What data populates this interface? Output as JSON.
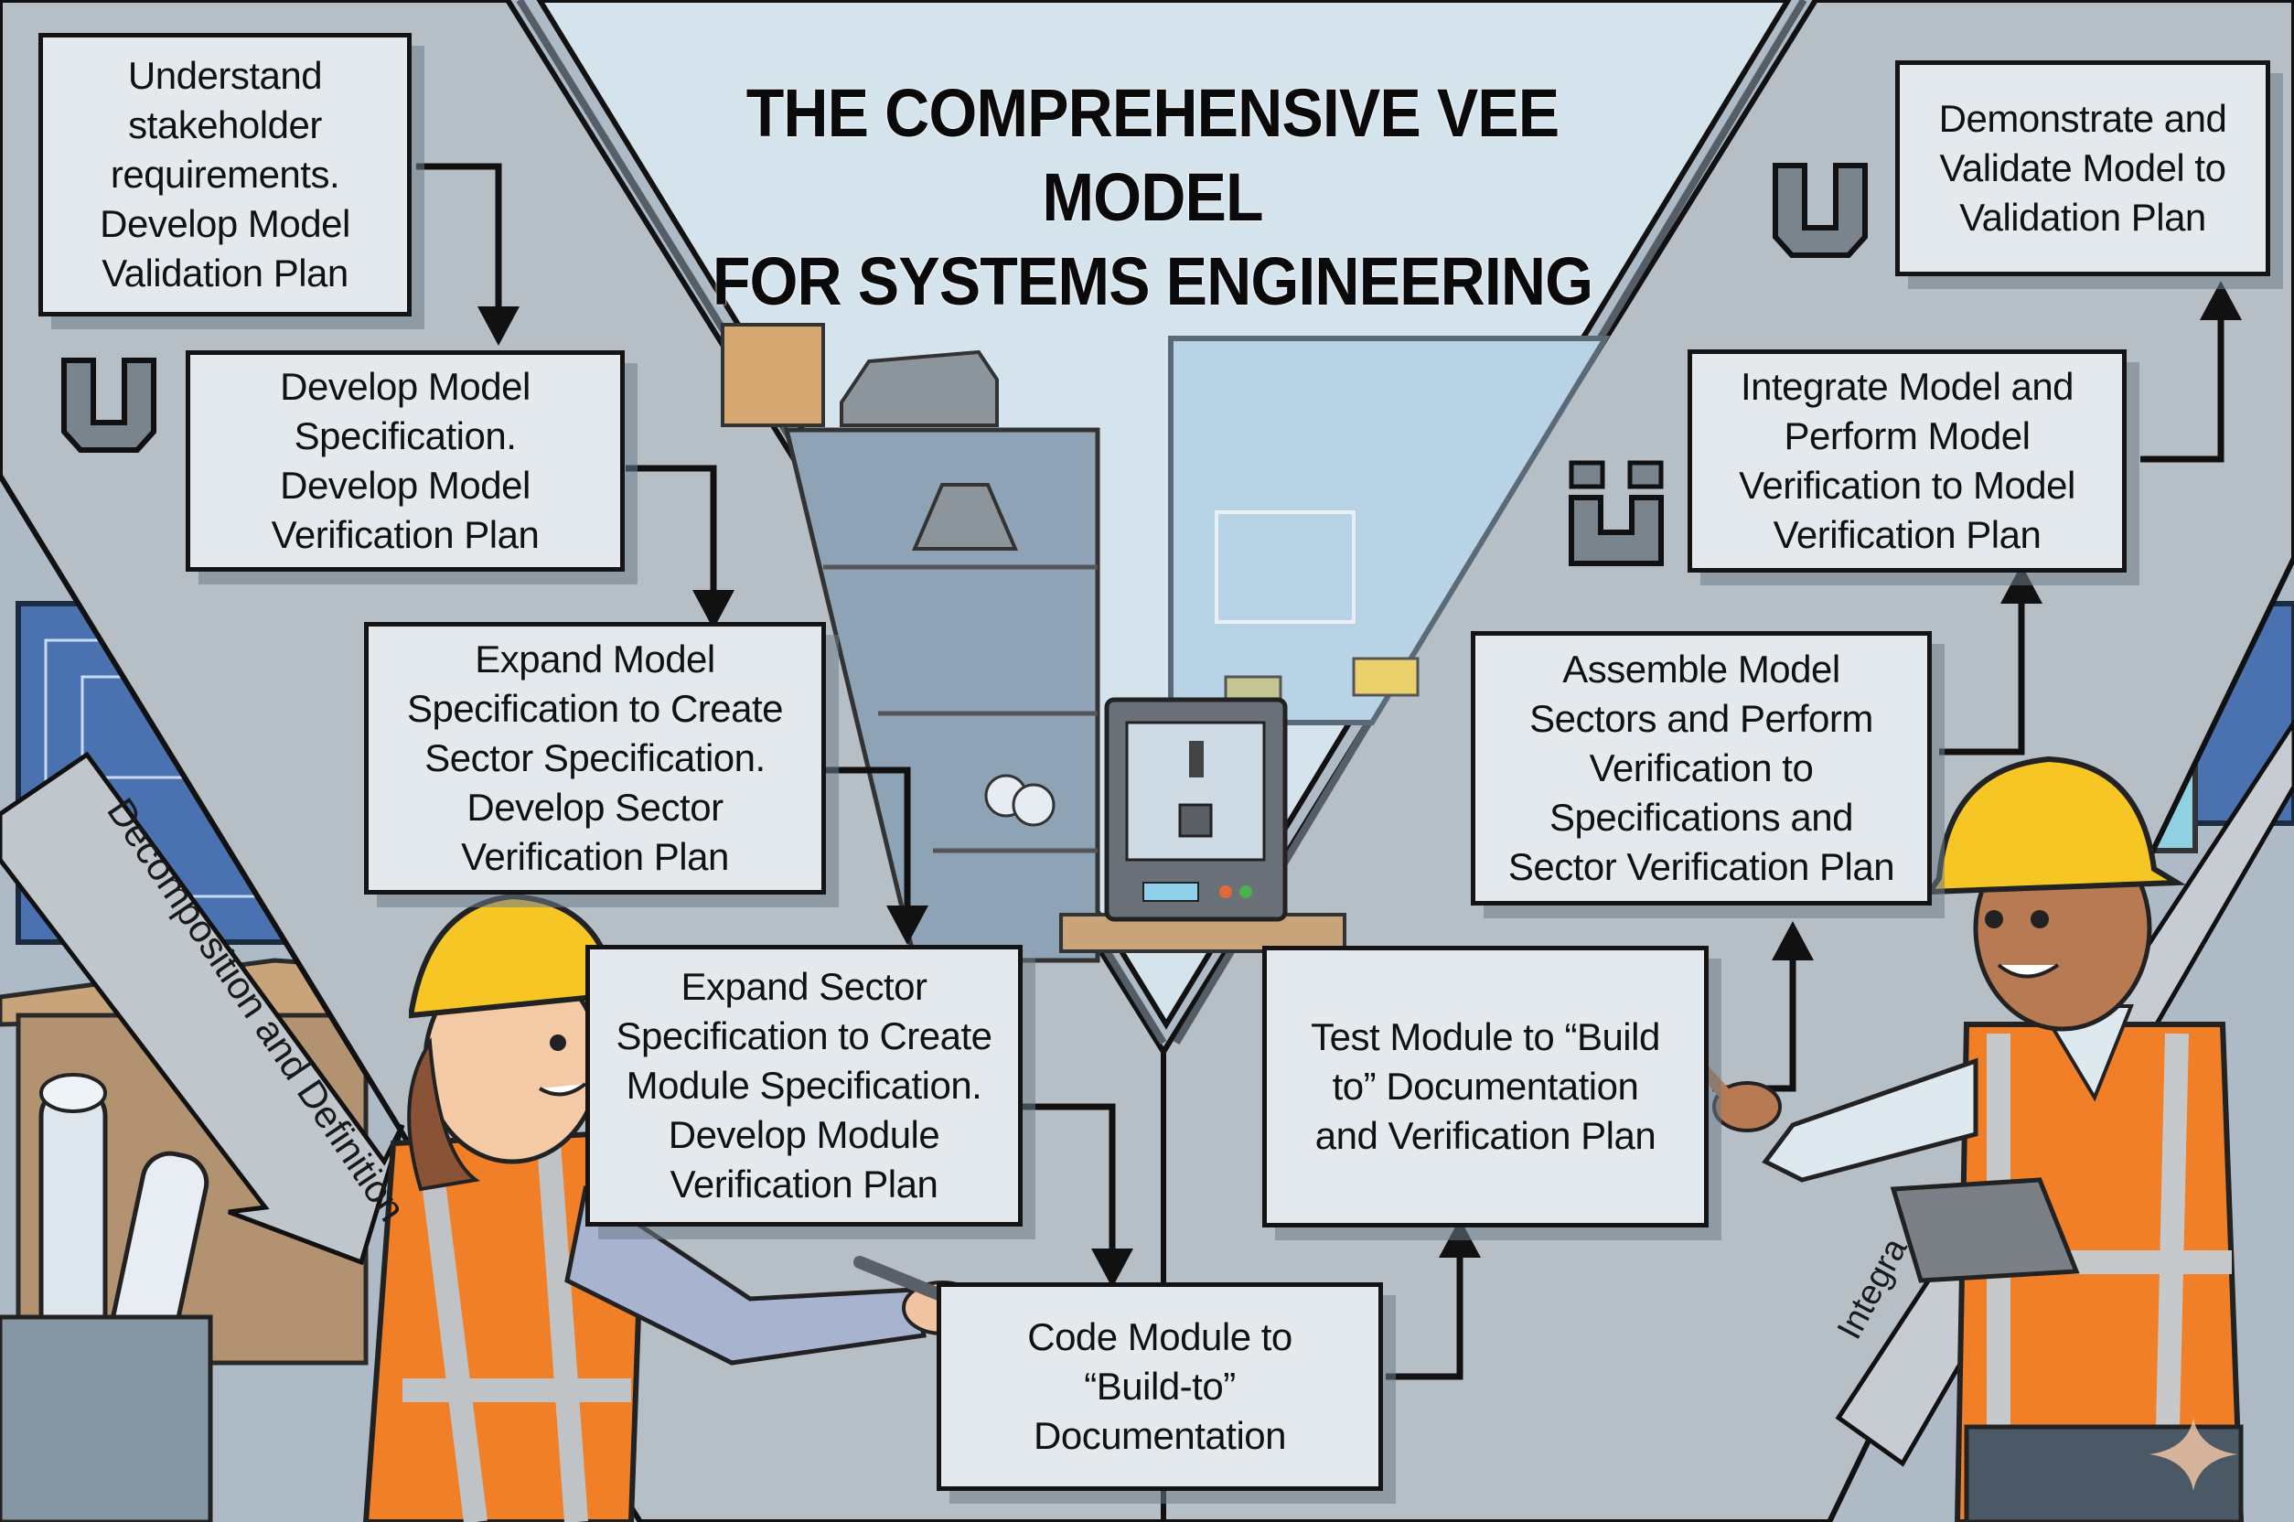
{
  "title": {
    "line1": "THE COMPREHENSIVE VEE MODEL",
    "line2": "FOR SYSTEMS ENGINEERING"
  },
  "left_side": {
    "band_label": "Decomposition and Definition",
    "steps": [
      {
        "text": "Understand\nstakeholder\nrequirements.\nDevelop Model\nValidation Plan"
      },
      {
        "text": "Develop Model\nSpecification.\nDevelop Model\nVerification Plan"
      },
      {
        "text": "Expand Model\nSpecification to Create\nSector Specification.\nDevelop Sector\nVerification Plan"
      },
      {
        "text": "Expand Sector\nSpecification to Create\nModule Specification.\nDevelop Module\nVerification Plan"
      }
    ]
  },
  "bottom": {
    "text": "Code Module to\n“Build-to”\nDocumentation"
  },
  "right_side": {
    "band_label": "Integra",
    "steps": [
      {
        "text": "Test Module to “Build\nto” Documentation\nand Verification Plan"
      },
      {
        "text": "Assemble Model\nSectors and Perform\nVerification to\nSpecifications and\nSector Verification Plan"
      },
      {
        "text": "Integrate Model and\nPerform Model\nVerification to Model\nVerification Plan"
      },
      {
        "text": "Demonstrate and\nValidate Model to\nValidation Plan"
      }
    ]
  },
  "icons": {
    "left_u": "u-shape-icon",
    "right_u": "u-shape-icon",
    "right_u_with_dots": "u-shape-dots-icon",
    "sparkle": "sparkle-icon"
  },
  "colors": {
    "panel_gray": "#b4bcc4",
    "box_fill": "#e3e9ed",
    "center_sky": "#d5e3ec",
    "vest_orange": "#f07f28",
    "hardhat_yellow": "#f5c624",
    "blueprint_blue": "#4b72b0"
  }
}
